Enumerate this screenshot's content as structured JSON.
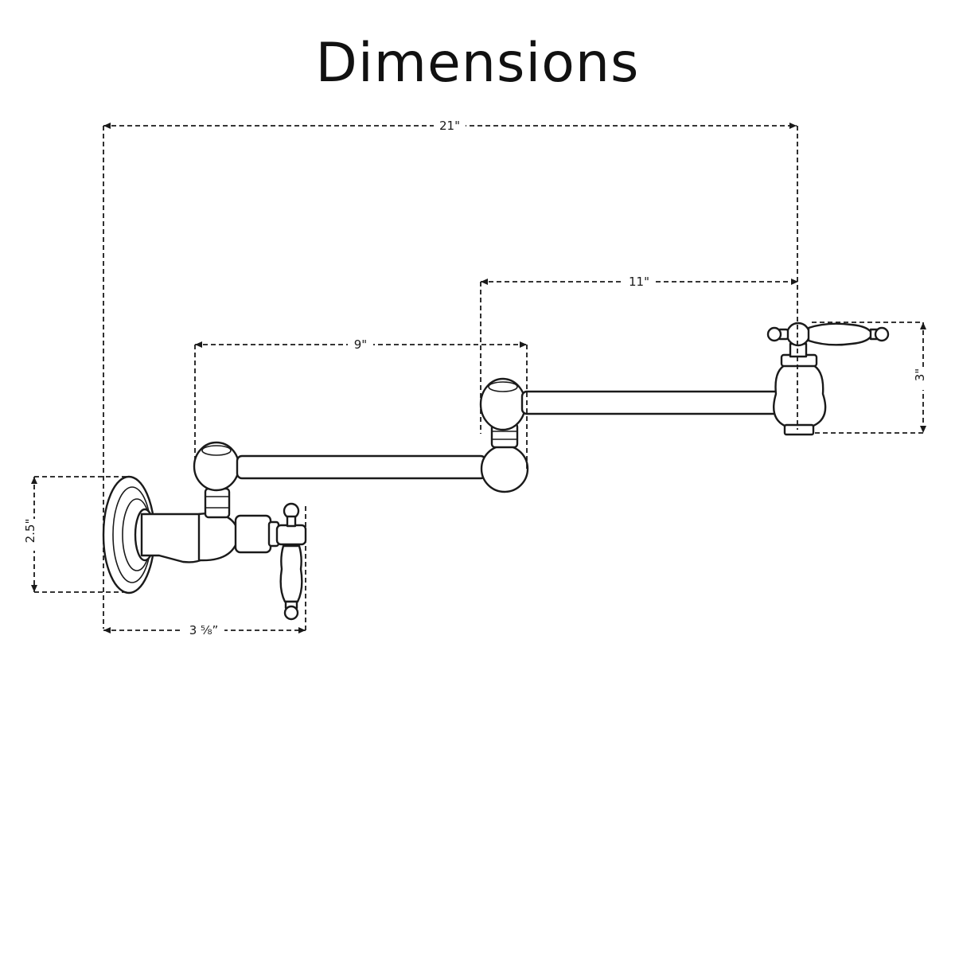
{
  "title": "Dimensions",
  "colors": {
    "line": "#1a1a1a",
    "background": "#ffffff"
  },
  "dimensions": {
    "overall_length": "21\"",
    "second_arm": "11\"",
    "first_arm": "9\"",
    "spout_height": "3\"",
    "flange_height": "2.5\"",
    "wall_depth": "3 ⅝”"
  }
}
